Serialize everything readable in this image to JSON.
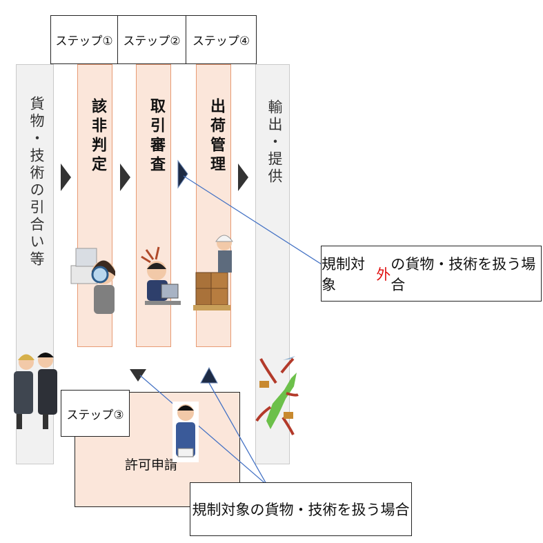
{
  "steps": {
    "step1": "ステップ①",
    "step2": "ステップ②",
    "step4": "ステップ④",
    "step3": "ステップ③"
  },
  "left_column": "貨物・技術の引合い等",
  "right_column": "輸出・提供",
  "stages": {
    "classification": "該非判定",
    "transaction_review": "取引審査",
    "shipping_control": "出荷管理",
    "license_application": "許可申請"
  },
  "callouts": {
    "non_regulated_before": "規制対象",
    "non_regulated_highlight": "外",
    "non_regulated_after": "の貨物・技術を扱う場合",
    "regulated": "規制対象の貨物・技術を扱う場合"
  },
  "colors": {
    "stage_fill": "#fbe6da",
    "stage_border": "#e79a73",
    "grey_fill": "#f1f1f1",
    "arrow": "#333333",
    "navy_arrow": "#1d2b45",
    "connector": "#4472c4",
    "highlight": "#e01010"
  }
}
